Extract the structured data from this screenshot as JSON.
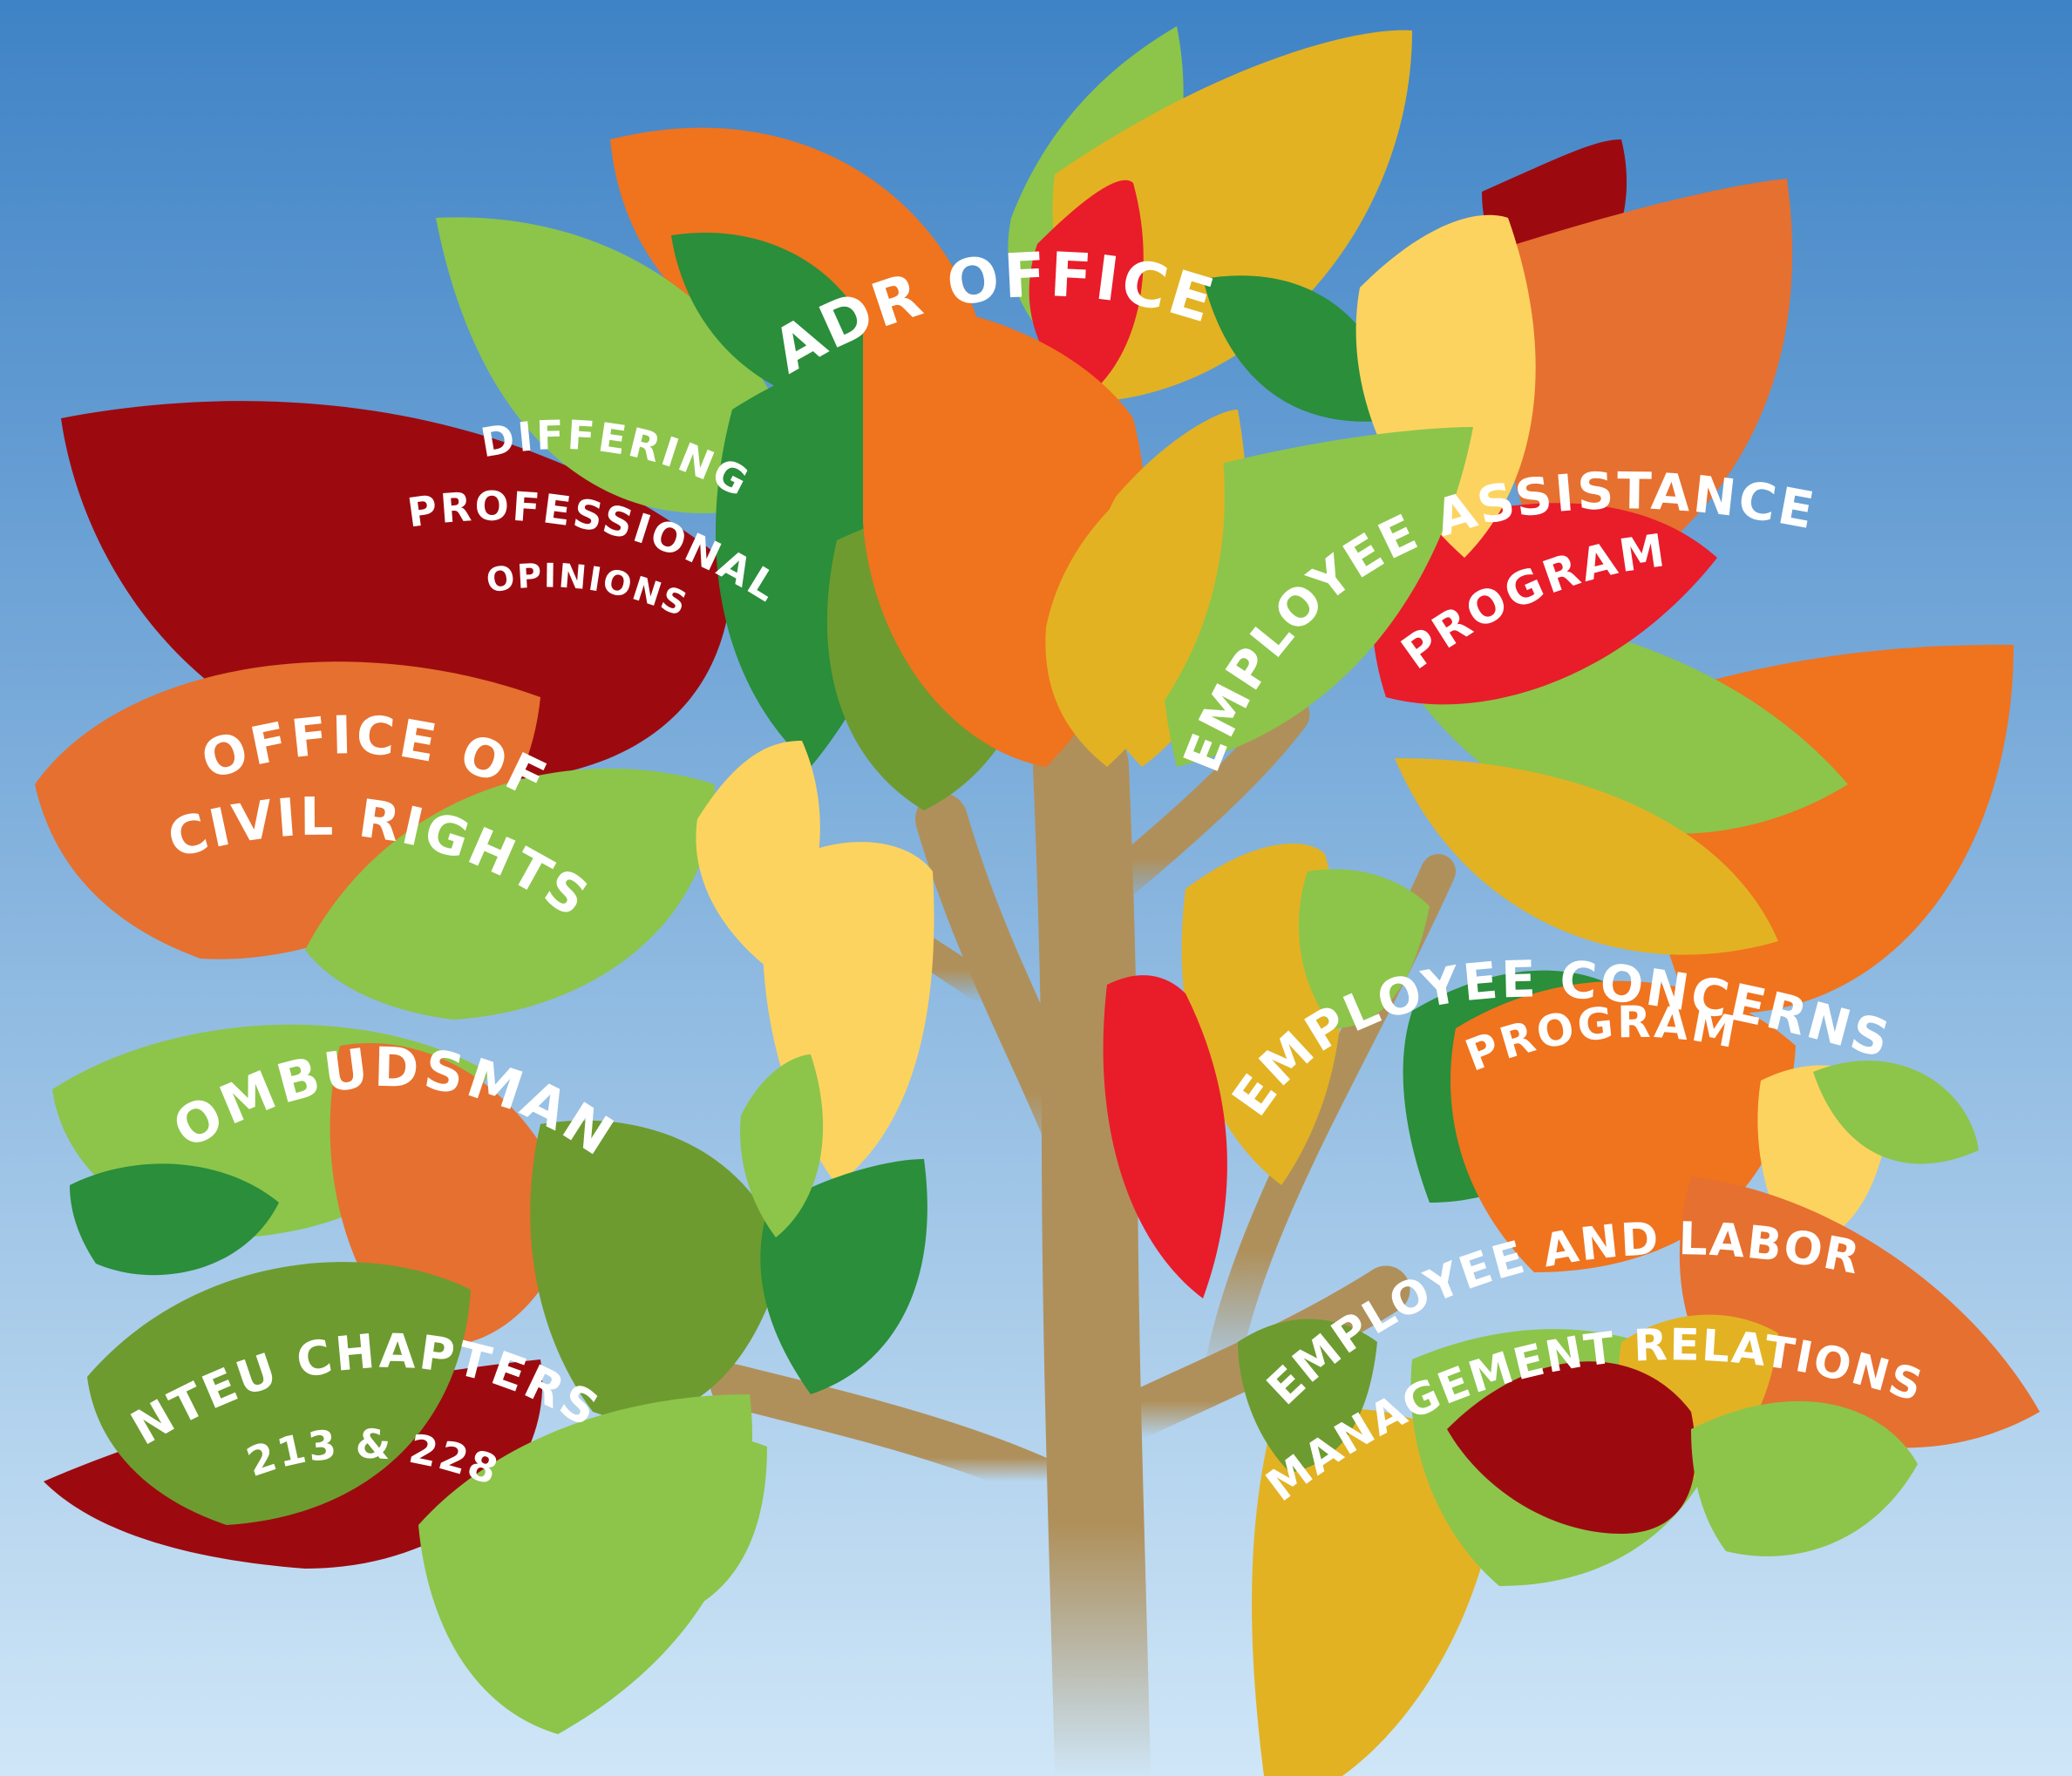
{
  "palette": {
    "sky_top": "#3f83c6",
    "sky_bottom": "#cfe6f7",
    "trunk": "#b0905a",
    "dark_red": "#9c0a10",
    "red": "#e91c2a",
    "orange": "#f0731e",
    "burnt_orange": "#e6702f",
    "gold": "#e2b223",
    "yellow": "#fdd35f",
    "light_green": "#8cc54a",
    "olive_green": "#6d9b2f",
    "dark_green": "#2a8e3a",
    "label_color": "#ffffff"
  },
  "labels": {
    "adr": "ADR OFFICE",
    "dpo_line1": "DIFFERING",
    "dpo_line2": "PROFESSIONAL",
    "dpo_line3": "OPINIONS",
    "eap_line1": "EMPLOYEE ASSISTANCE",
    "eap_line2": "PROGRAM",
    "ocr_line1": "OFFICE OF",
    "ocr_line2": "CIVIL RIGHTS",
    "ecp_line1": "EMPLOYEE CONCERNS",
    "ecp_line2": "PROGRAM",
    "ombudsman": "OMBUDSMAN",
    "nteu_line1": "NTEU CHAPTERS",
    "nteu_line2": "213 & 228",
    "elmr_line1": "EMPLOYEE AND LABOR",
    "elmr_line2": "MANAGEMENT RELATIONS"
  }
}
